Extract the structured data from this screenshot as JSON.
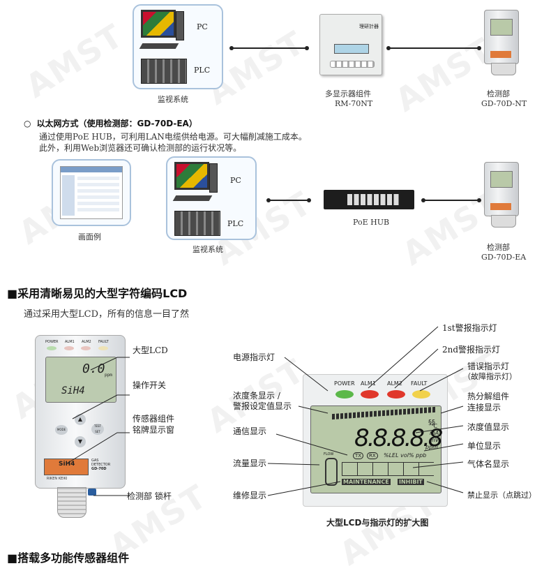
{
  "serial": {
    "monitor_caption": "监视系统",
    "pc_label": "PC",
    "plc_label": "PLC",
    "rm_caption_line1": "多显示器组件",
    "rm_caption_line2": "RM-70NT",
    "rm_panel_title": "理研計器",
    "detector_caption_line1": "检测部",
    "detector_caption_line2": "GD-70D-NT"
  },
  "ethernet": {
    "bullet": "○",
    "title": "以太网方式（使用检测部：GD-70D-EA）",
    "line1": "通过使用PoE HUB，可利用LAN电缆供给电源。可大幅削减施工成本。",
    "line2": "此外，利用Web浏览器还可确认检测部的运行状况等。",
    "screen_caption": "画面例",
    "monitor_caption": "监视系统",
    "pc_label": "PC",
    "plc_label": "PLC",
    "hub_caption": "PoE HUB",
    "detector_caption_line1": "检测部",
    "detector_caption_line2": "GD-70D-EA"
  },
  "lcd_section": {
    "heading": "■采用清晰易见的大型字符编码LCD",
    "intro": "通过采用大型LCD，所有的信息一目了然",
    "device": {
      "led_labels": [
        "POWER",
        "ALM1",
        "ALM2",
        "FAULT"
      ],
      "reading": "0.0",
      "reading_unit": "ppm",
      "gas": "SiH4",
      "btn_mode": "MODE",
      "btn_test": "TEST SET",
      "plate_gas": "SiH4",
      "plate_line1": "GAS",
      "plate_line2": "DETECTOR",
      "plate_model": "GD-70D",
      "brand": "RIKEN KEIKI"
    },
    "device_labels": {
      "big_lcd": "大型LCD",
      "switch": "操作开关",
      "sensor_window_line1": "传感器组件",
      "sensor_window_line2": "铭牌显示窗",
      "lock": "检测部 锁杆"
    },
    "zoom": {
      "led_labels": [
        "POWER",
        "ALM1",
        "ALM2",
        "FAULT"
      ],
      "digits": "8.8.8.8.8",
      "unit_c": "℃",
      "unit_ma": "mA",
      "unit_mv": "mV",
      "unit_ppm": "ppm",
      "unit_line": "%LEL vol% ppb",
      "tx": "TX",
      "rx": "RX",
      "flow": "FLOW",
      "maintenance": "MAINTENANCE",
      "inhibit": "INHIBIT",
      "caption": "大型LCD与指示灯的扩大图"
    },
    "callouts_left": {
      "power": "电源指示灯",
      "bar_line1": "浓度条显示 /",
      "bar_line2": "警报设定值显示",
      "comm": "通信显示",
      "flow": "流量显示",
      "maint": "维修显示"
    },
    "callouts_right": {
      "alarm1": "1st警报指示灯",
      "alarm2": "2nd警报指示灯",
      "fault_line1": "错误指示灯",
      "fault_line2": "（故障指示灯）",
      "thermal_line1": "热分解组件",
      "thermal_line2": "连接显示",
      "conc": "浓度值显示",
      "unit": "单位显示",
      "gasname": "气体名显示",
      "inhibit": "禁止显示（点跳过）"
    }
  },
  "next_heading": "■搭载多功能传感器组件",
  "watermark": "AMST",
  "colors": {
    "box_border": "#a9c2dc",
    "lcd_green": "#b9c9a8",
    "led_green": "#5cb84a",
    "led_red": "#e0382b",
    "led_yellow": "#f1d14a",
    "display_orange": "#e07a3a"
  }
}
